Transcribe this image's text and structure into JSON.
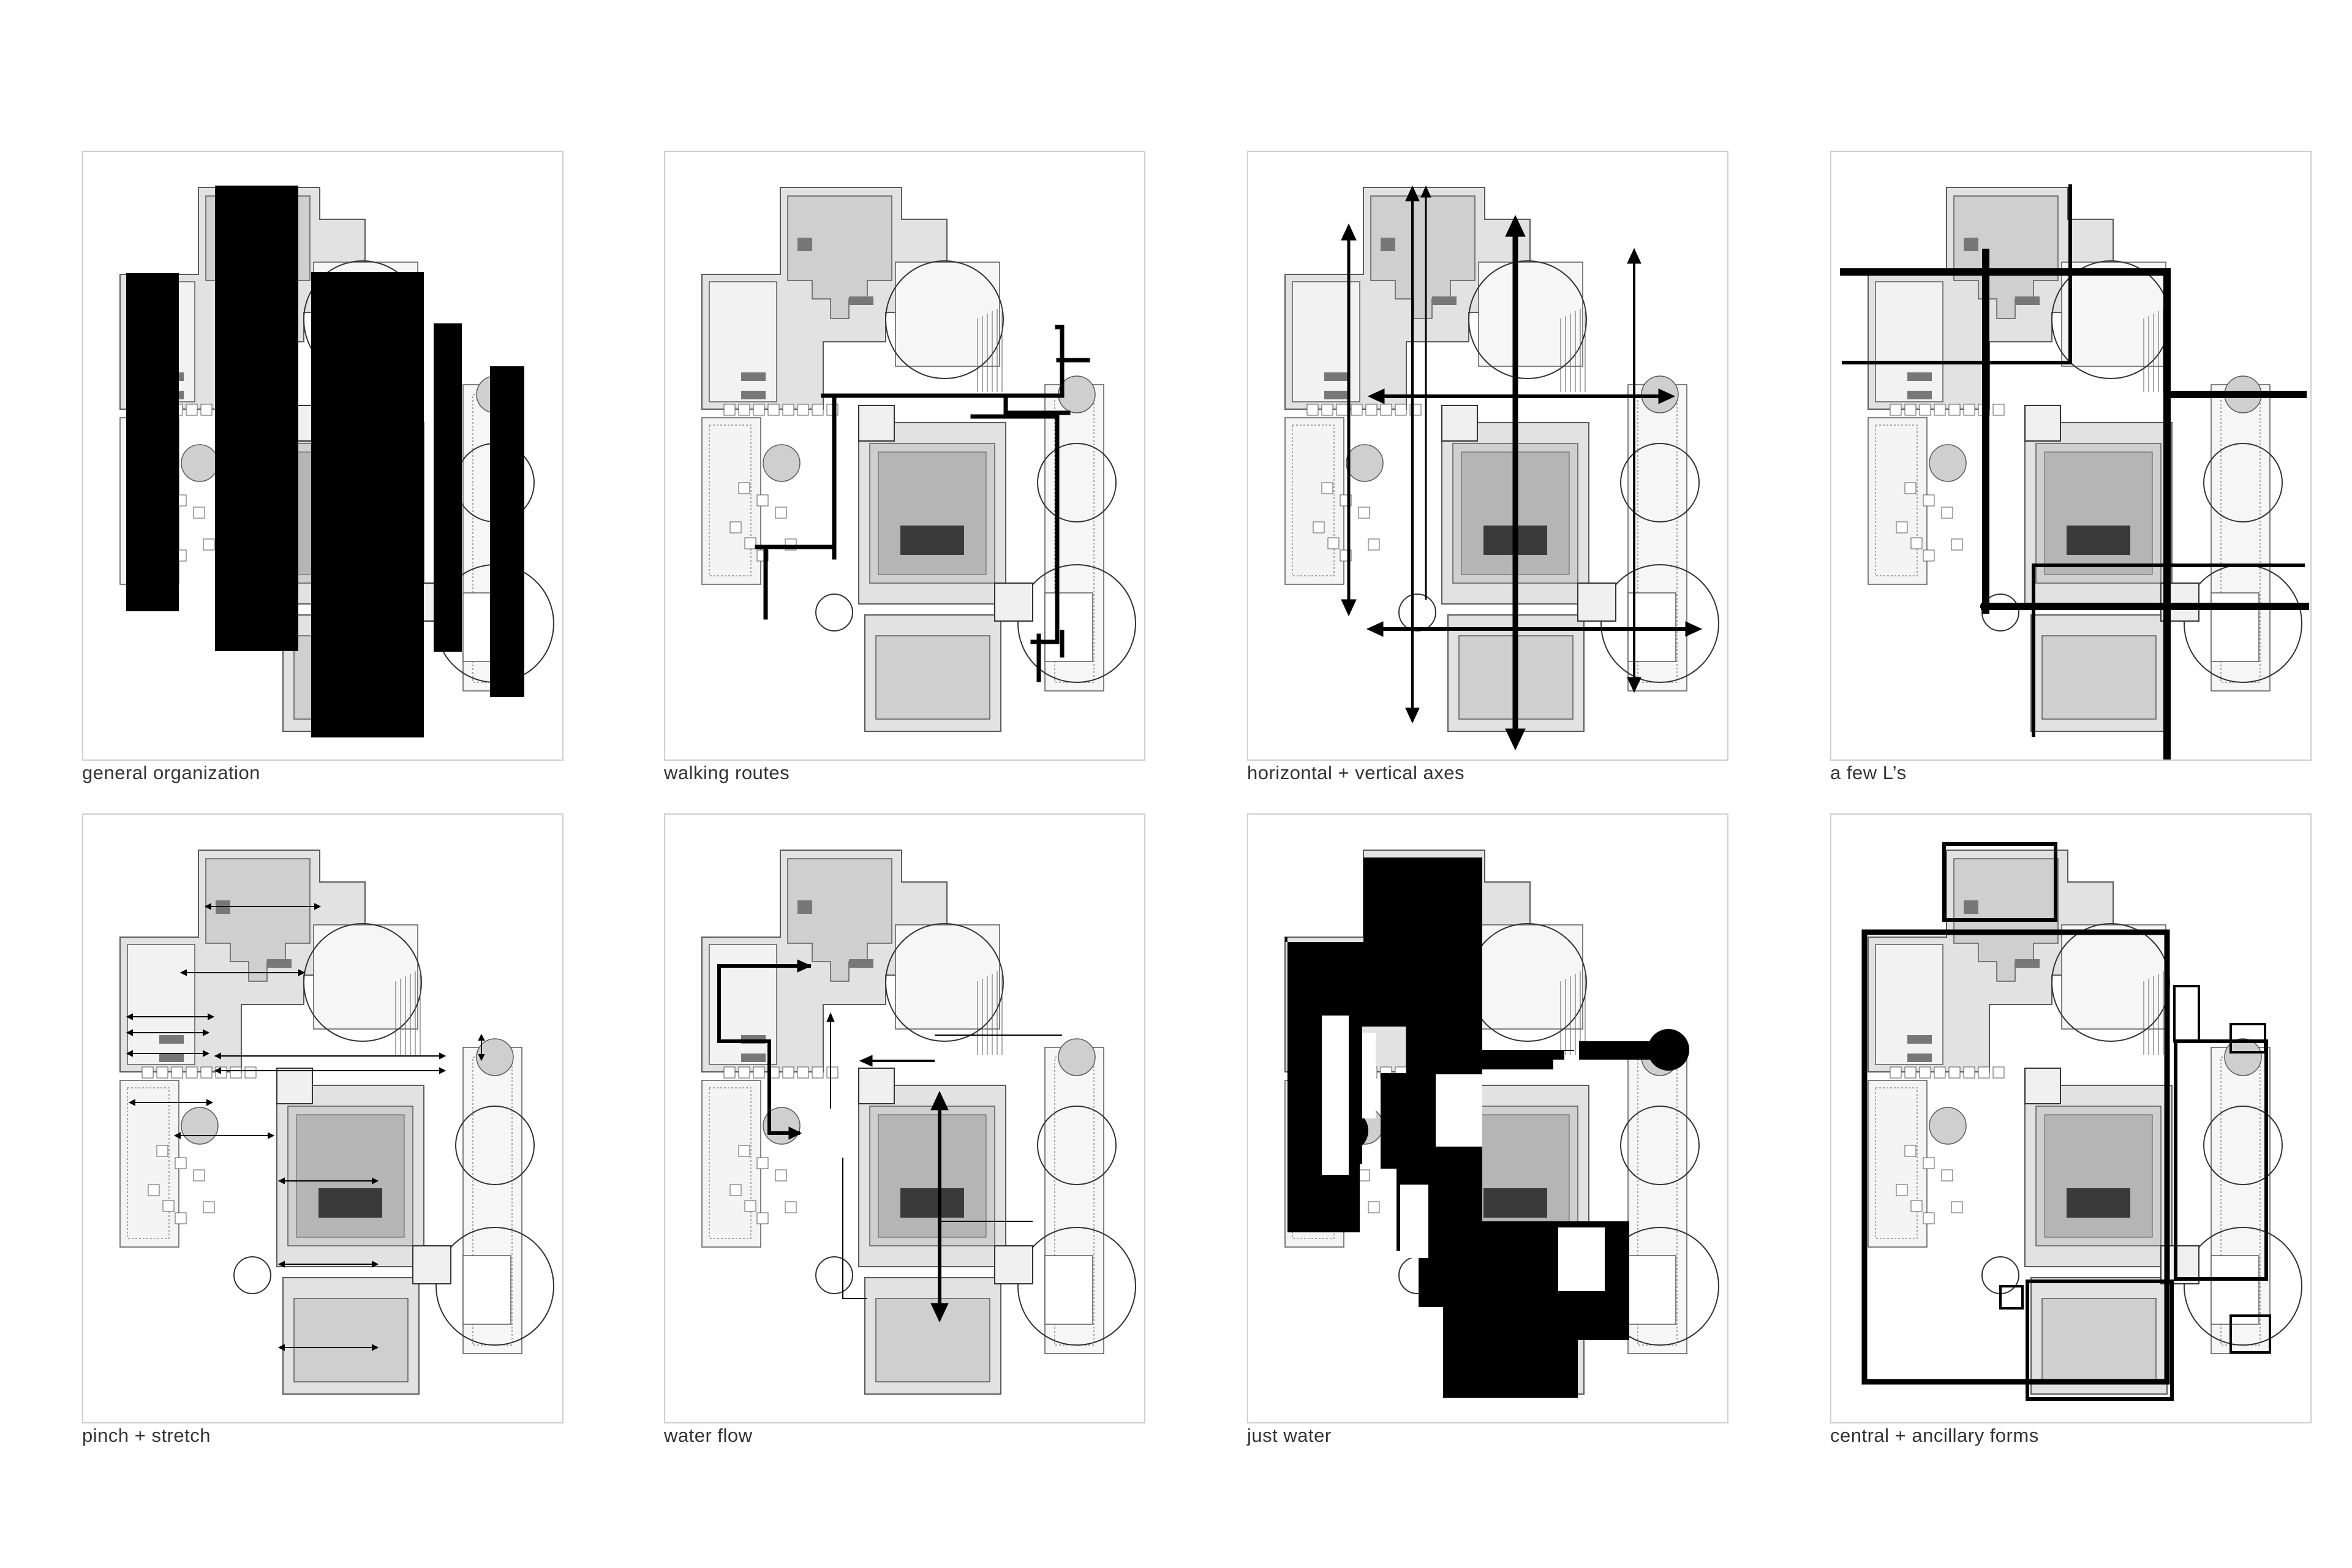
{
  "panels": [
    {
      "id": "general-organization",
      "caption": "general organization"
    },
    {
      "id": "walking-routes",
      "caption": "walking routes"
    },
    {
      "id": "axes",
      "caption": "horizontal + vertical axes"
    },
    {
      "id": "few-ls",
      "caption": "a few L’s"
    },
    {
      "id": "pinch-stretch",
      "caption": "pinch + stretch"
    },
    {
      "id": "water-flow",
      "caption": "water flow"
    },
    {
      "id": "just-water",
      "caption": "just water"
    },
    {
      "id": "central-ancillary",
      "caption": "central + ancillary forms"
    }
  ]
}
